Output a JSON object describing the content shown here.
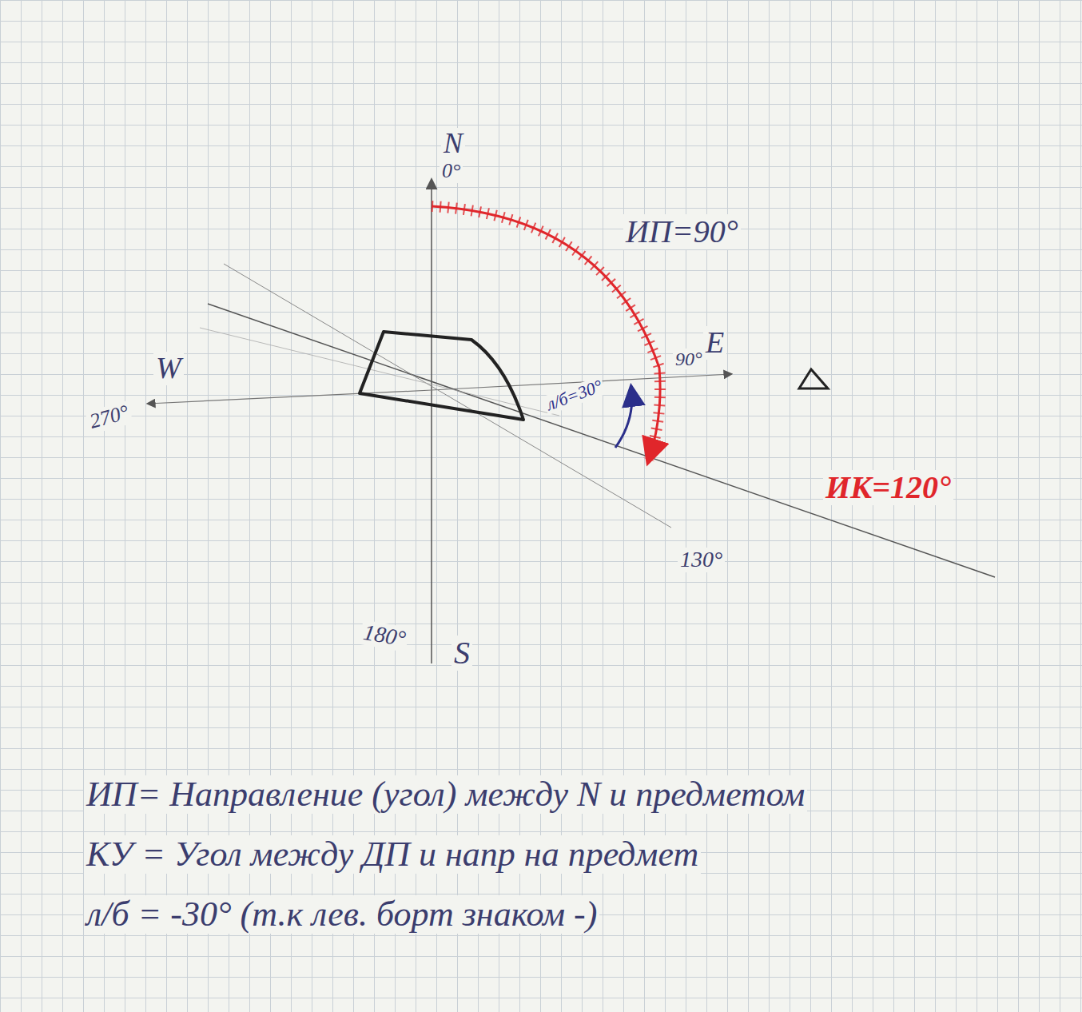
{
  "diagram": {
    "labels": [
      "N",
      "0°",
      "ИП=90°",
      "E",
      "90°",
      "W",
      "270°",
      "л/б=30°",
      "ИК=120°",
      "130°",
      "180°",
      "S",
      "ИП= Направление (угол) между N и предметом",
      "КУ = Угол между ДП и напр на предмет",
      "л/б = -30° (т.к лев. борт знаком -)"
    ]
  }
}
